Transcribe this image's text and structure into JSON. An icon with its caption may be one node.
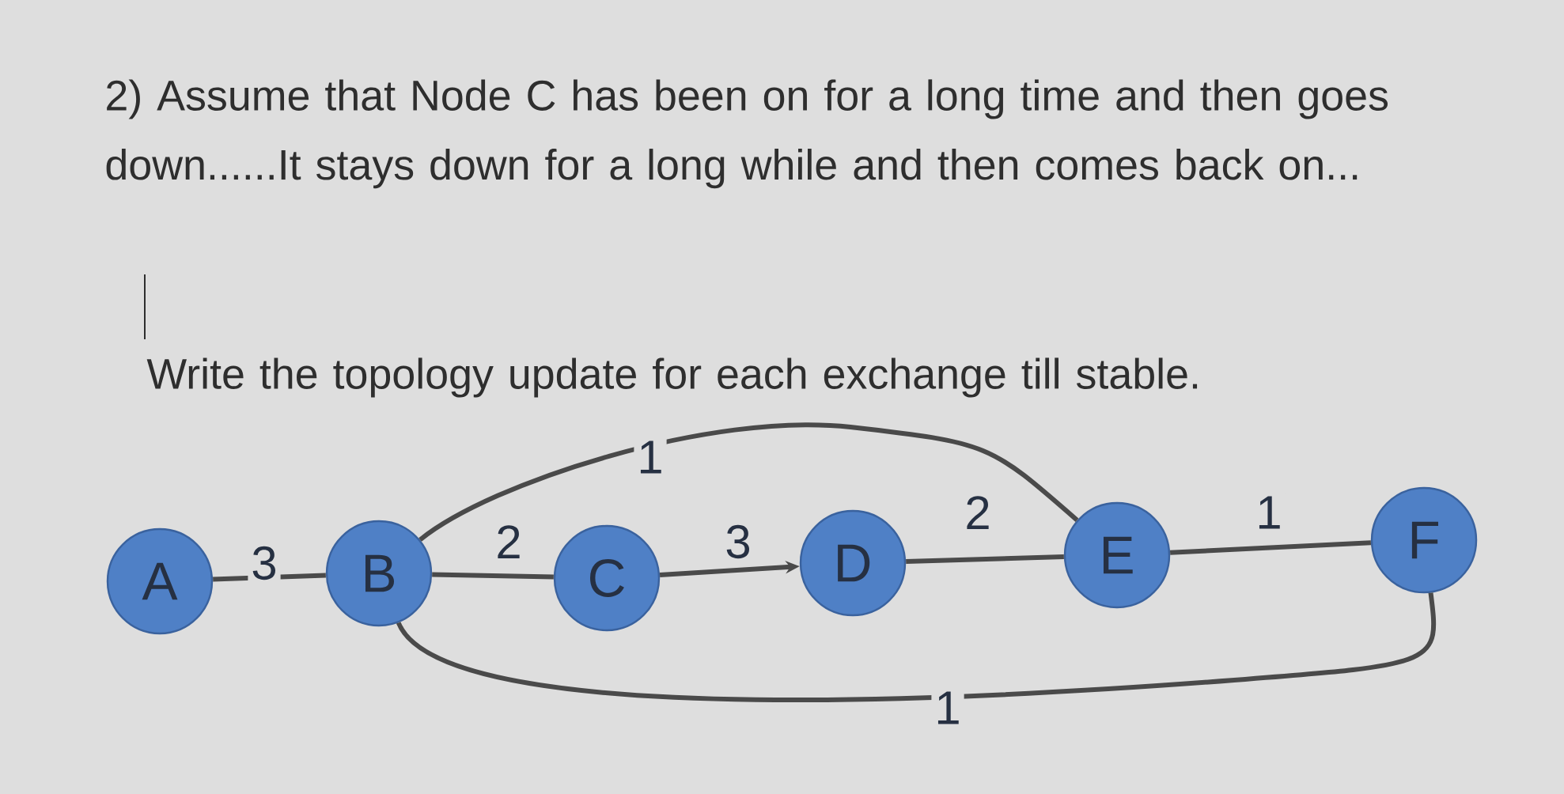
{
  "diagram": {
    "nodes": [
      {
        "text": [
          "A"
        ]
      },
      {
        "text": [
          "B"
        ]
      },
      {
        "text": [
          "C"
        ]
      },
      {
        "text": [
          "D"
        ]
      },
      {
        "text": [
          "E"
        ]
      },
      {
        "text": [
          "F"
        ]
      }
    ],
    "edges": [
      {
        "from": 0,
        "to": 1,
        "arrow": "none",
        "label": "3"
      },
      {
        "from": 1,
        "to": 2,
        "arrow": "none",
        "label": "2"
      },
      {
        "from": 2,
        "to": 3,
        "arrow": "to",
        "label": "3"
      },
      {
        "from": 3,
        "to": 4,
        "arrow": "none",
        "label": "2"
      },
      {
        "from": 4,
        "to": 5,
        "arrow": "none",
        "label": "1"
      },
      {
        "from": 1,
        "to": 4,
        "arrow": "none",
        "label": "1"
      },
      {
        "from": 1,
        "to": 5,
        "arrow": "none",
        "label": "1"
      }
    ],
    "labels": [
      "2) Assume that Node C has been on for a long time and then goes down......It stays down for a long while and then comes back on...",
      "Write the topology update for each exchange till stable."
    ]
  }
}
